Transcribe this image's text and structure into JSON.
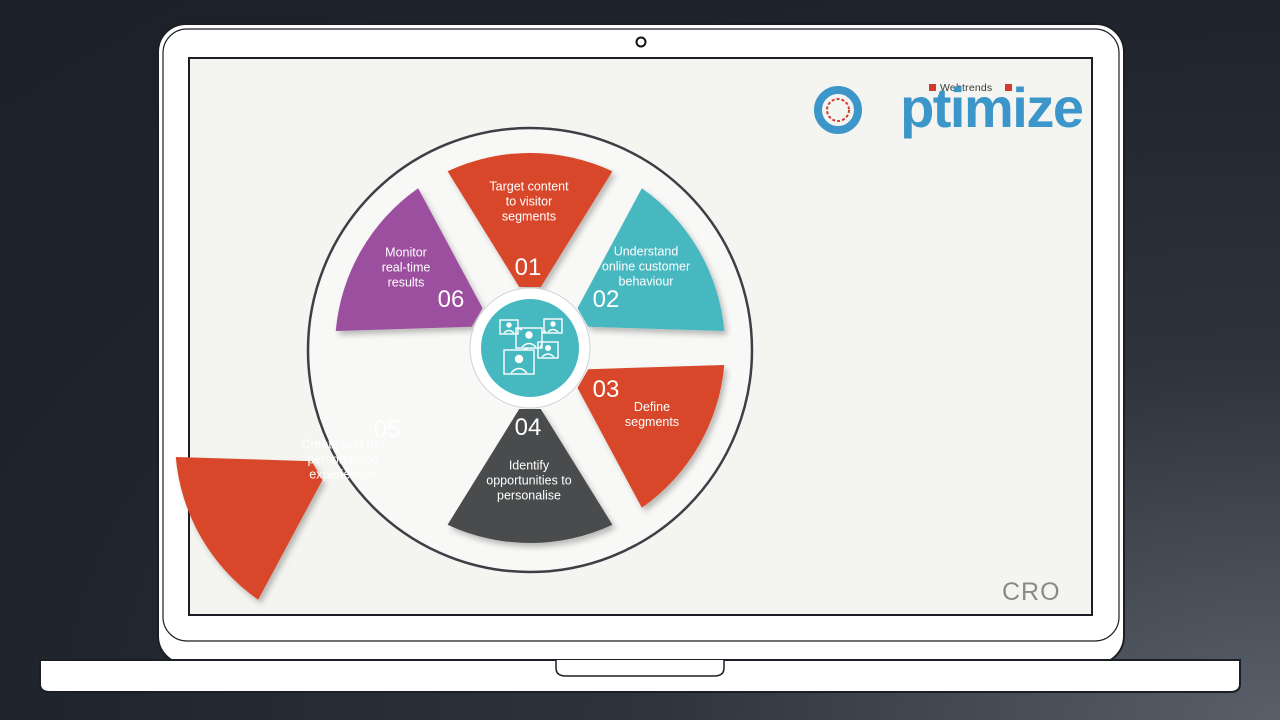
{
  "logo": {
    "brand_small": "Webtrends",
    "word_tail": "ptimize"
  },
  "corner_label": "CRO",
  "colors": {
    "orange": "#d9472b",
    "teal": "#46b8c0",
    "purple": "#9c4f9e",
    "gray": "#4a4b4e",
    "logo_blue": "#3d96c9",
    "logo_red": "#d33a30"
  },
  "center_icon": "people-network-icon",
  "segments": [
    {
      "number": "01",
      "label": "Target content\nto visitor\nsegments",
      "color": "#d9472b"
    },
    {
      "number": "02",
      "label": "Understand\nonline customer\nbehaviour",
      "color": "#46b8c0"
    },
    {
      "number": "03",
      "label": "Define\nsegments",
      "color": "#d9472b"
    },
    {
      "number": "04",
      "label": "Identify\nopportunities to\npersonalise",
      "color": "#4a4b4e"
    },
    {
      "number": "05",
      "label": "Create and run\npersonalised\nexperiences",
      "color": "#d9472b"
    },
    {
      "number": "06",
      "label": "Monitor\nreal-time\nresults",
      "color": "#9c4f9e"
    }
  ]
}
